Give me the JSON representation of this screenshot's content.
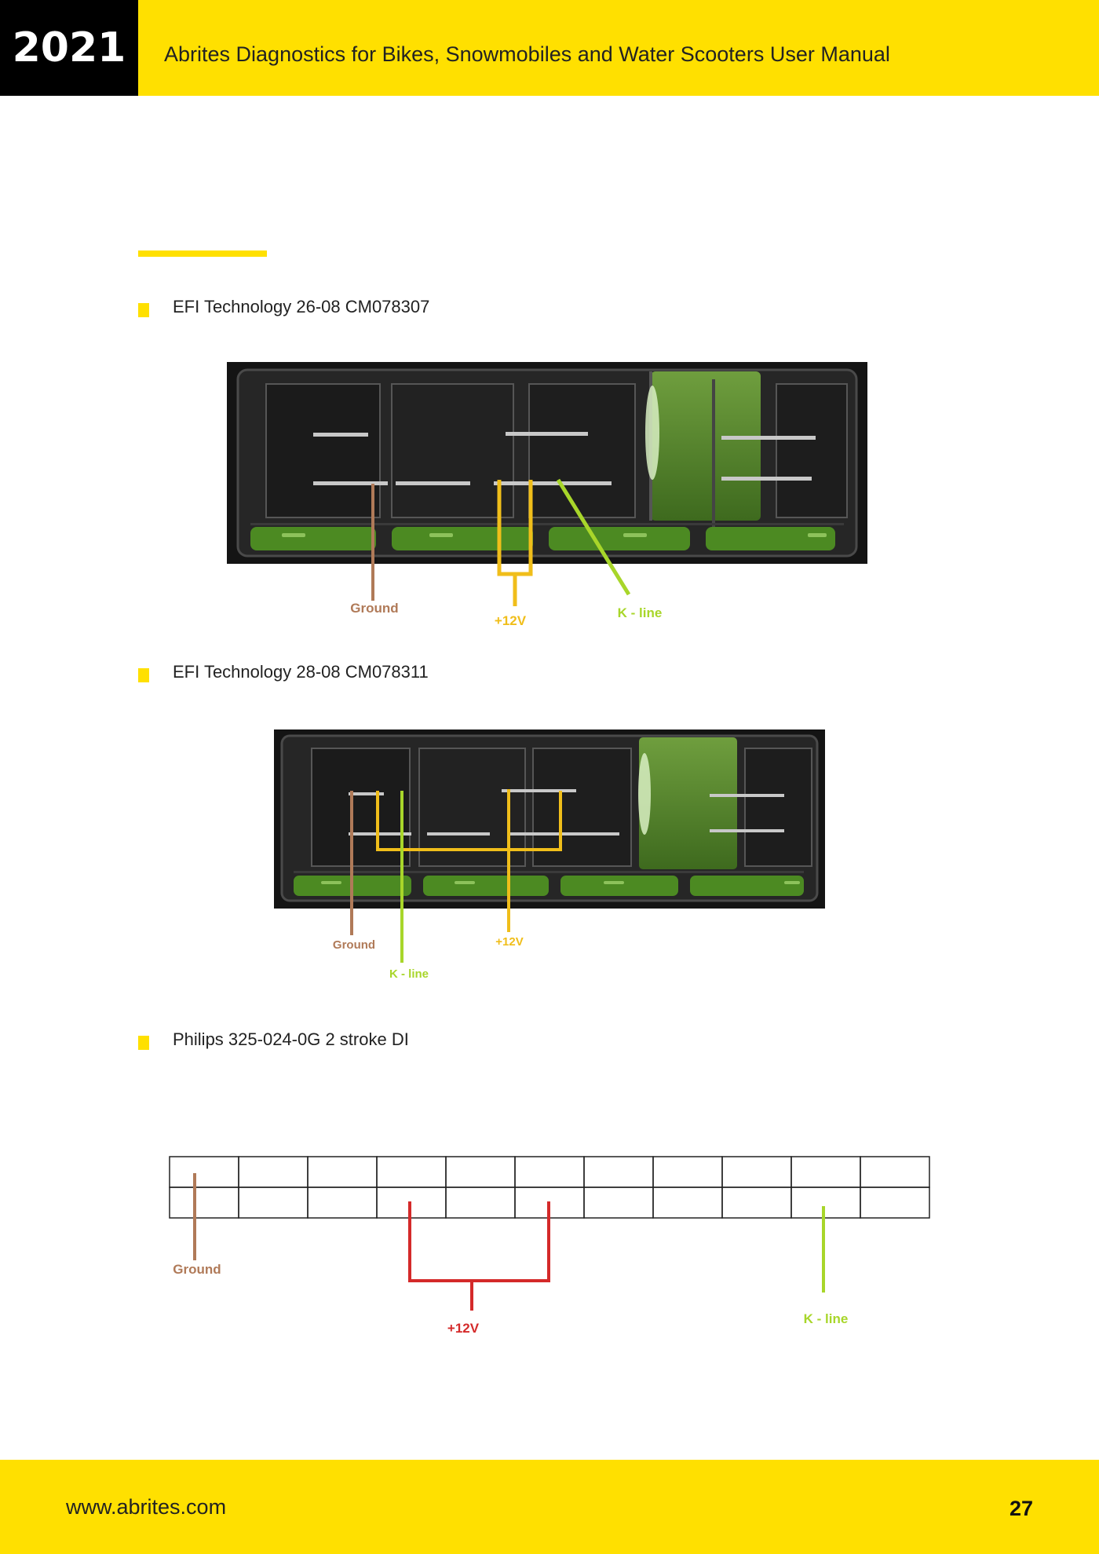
{
  "header": {
    "year": "2021",
    "title": "Abrites Diagnostics for Bikes, Snowmobiles and Water Scooters User Manual"
  },
  "sections": [
    {
      "title": "EFI Technology 26-08 CM078307",
      "labels": {
        "ground": "Ground",
        "v12": "+12V",
        "kline": "K - line"
      }
    },
    {
      "title": "EFI Technology 28-08 CM078311",
      "labels": {
        "ground": "Ground",
        "v12": "+12V",
        "kline": "K - line"
      }
    },
    {
      "title": "Philips 325-024-0G 2 stroke DI",
      "labels": {
        "ground": "Ground",
        "v12": "+12V",
        "kline": "K - line"
      }
    }
  ],
  "colors": {
    "accent": "#FFE000",
    "ground": "#B07A58",
    "v12_photo": "#F0BE1A",
    "v12_diagram": "#D42A2A",
    "kline": "#A8D62A"
  },
  "footer": {
    "url": "www.abrites.com",
    "page": "27"
  }
}
